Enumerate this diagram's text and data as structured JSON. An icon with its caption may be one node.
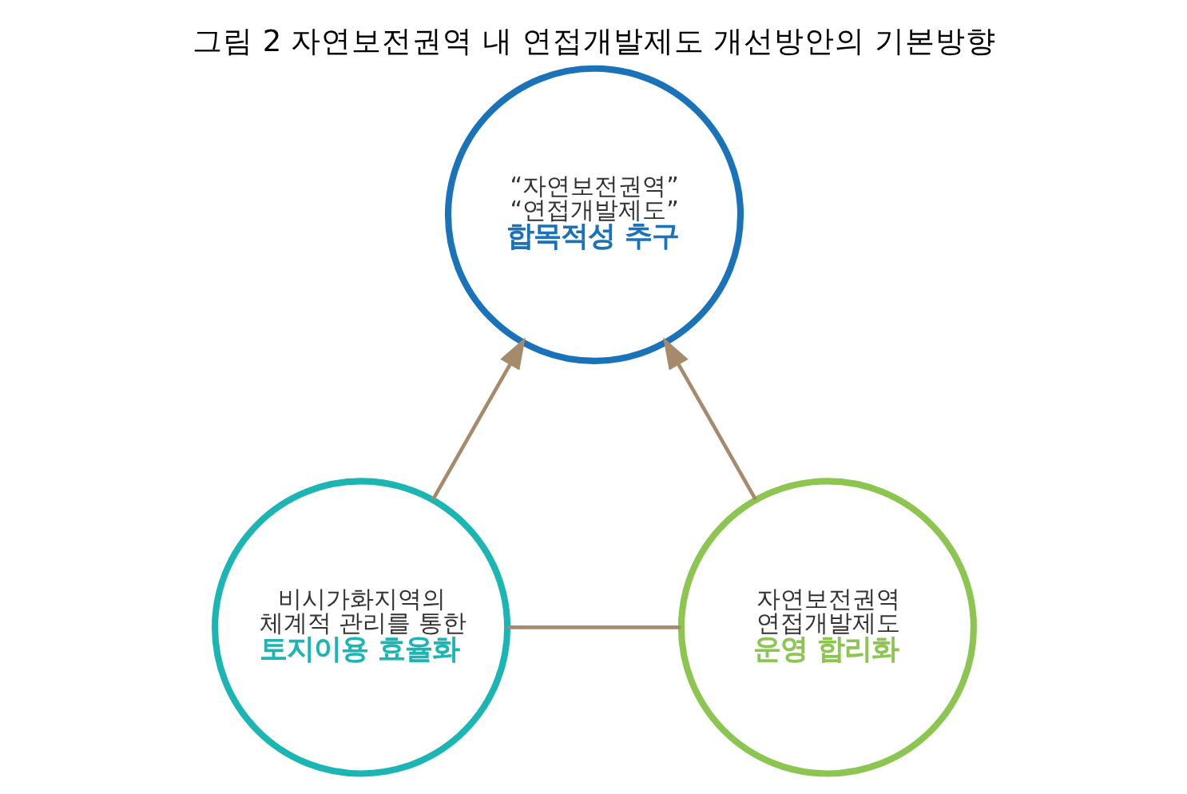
{
  "diagram": {
    "title": "그림 2 자연보전권역 내 연접개발제도 개선방안의 기본방향",
    "nodes": [
      {
        "text": [
          "“자연보전권역” “연접개발제도”",
          "합목적성 추구"
        ]
      },
      {
        "text": [
          "비시가화지역의 체계적 관리를 통한",
          "토지이용 효율화"
        ]
      },
      {
        "text": [
          "자연보전권역 연접개발제도",
          "운영 합리화"
        ]
      }
    ],
    "edges": [
      {
        "from": 1,
        "to": 0,
        "arrow": "to"
      },
      {
        "from": 2,
        "to": 0,
        "arrow": "to"
      },
      {
        "from": 1,
        "to": 2,
        "arrow": "none"
      }
    ]
  }
}
